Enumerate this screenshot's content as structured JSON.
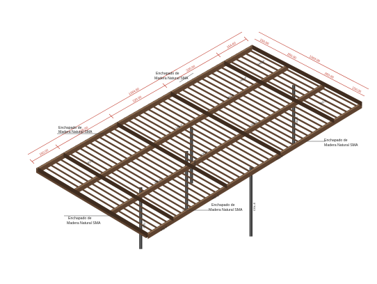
{
  "colors": {
    "wood_top": "#8a6a4f",
    "wood_side": "#5e4330",
    "wood_dark": "#3f2c1f",
    "column": "#3a3a3a",
    "dimension": "#c0392b",
    "callout_line": "#333333"
  },
  "callouts": [
    {
      "line1": "Enchapado de",
      "line2": "Madera Natural SMA"
    },
    {
      "line1": "Enchapado de",
      "line2": "Madera Natural SMA"
    },
    {
      "line1": "Enchapado de",
      "line2": "Madera Natural SMA"
    },
    {
      "line1": "Enchapado de",
      "line2": "Madera Natural SMA"
    },
    {
      "line1": "Enchapado de",
      "line2": "Madera Natural SMA"
    }
  ],
  "dimensions": {
    "long_total": "1264.60",
    "long_segments": [
      "150.00",
      "320.00",
      "320.00",
      "320.00",
      "154.60"
    ],
    "short_total": "1003.00",
    "short_segments": [
      "150.00",
      "260.00",
      "260.00",
      "150.00"
    ]
  },
  "beam_tags": [
    "VIG-P",
    "VIG-S",
    "VIG-P",
    "VIG-S",
    "VIG-P",
    "VIG-S",
    "VIG-P",
    "VIG-S",
    "VIG-P",
    "VIG-S",
    "VIG-P",
    "VIG-S"
  ],
  "column_tags": [
    "COL-E",
    "COL-E",
    "COL-E",
    "COL-E"
  ]
}
